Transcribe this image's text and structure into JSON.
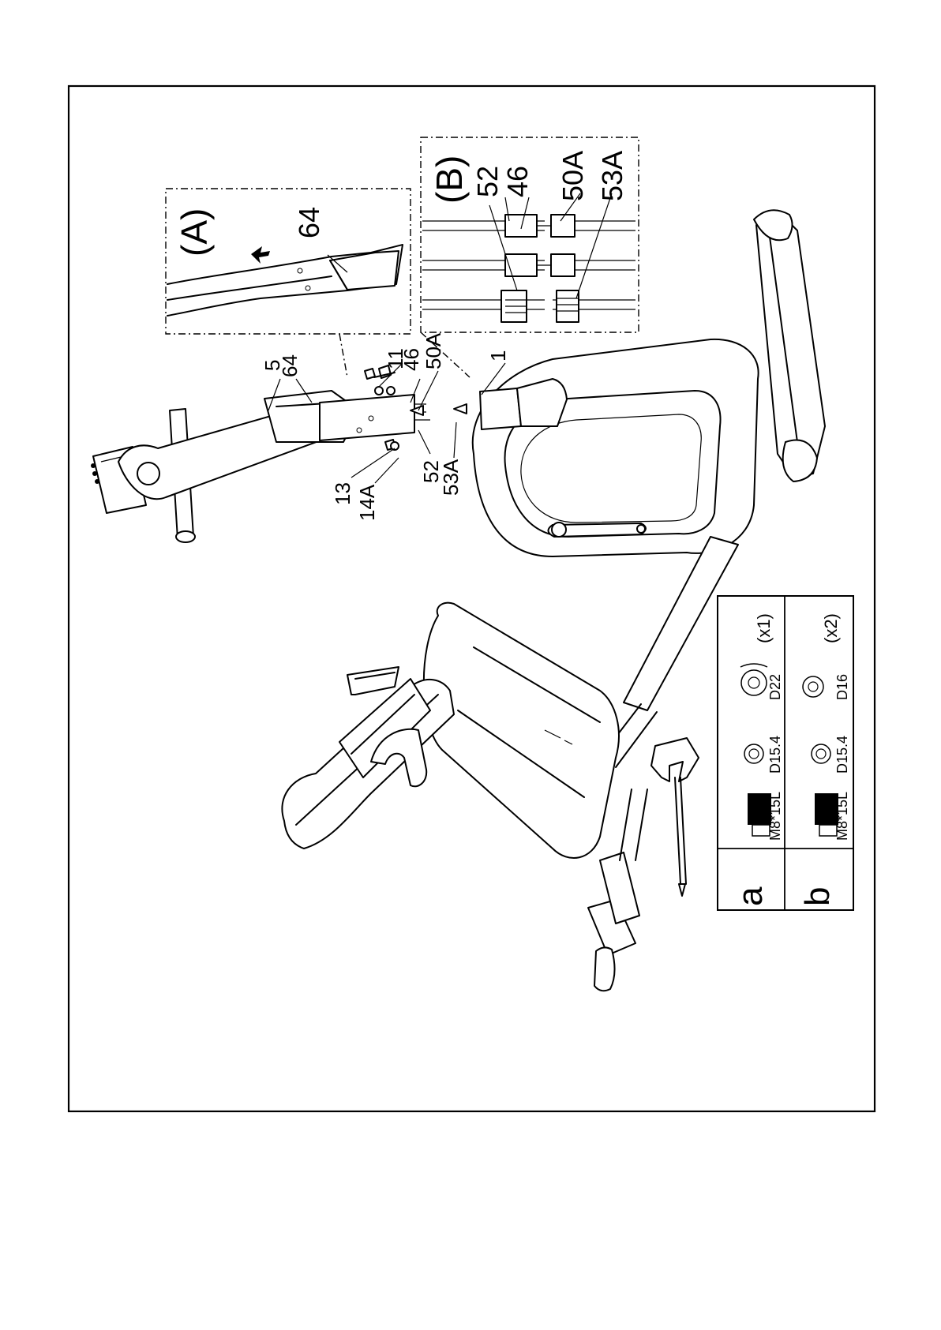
{
  "callouts": {
    "c5": "5",
    "c64": "64",
    "c11": "11",
    "c46": "46",
    "c50A": "50A",
    "c1": "1",
    "c13": "13",
    "c14A": "14A",
    "c52": "52",
    "c53A": "53A"
  },
  "detail_a": {
    "title": "(A)",
    "c64": "64"
  },
  "detail_b": {
    "title": "(B)",
    "c52": "52",
    "c46": "46",
    "c50A": "50A",
    "c53A": "53A"
  },
  "hardware": {
    "rows": [
      {
        "letter": "a",
        "bolt": "M8*15L",
        "washer1": "D15.4",
        "washer2": "D22",
        "qty": "(x1)"
      },
      {
        "letter": "b",
        "bolt": "M8*15L",
        "washer1": "D15.4",
        "washer2": "D16",
        "qty": "(x2)"
      }
    ]
  }
}
